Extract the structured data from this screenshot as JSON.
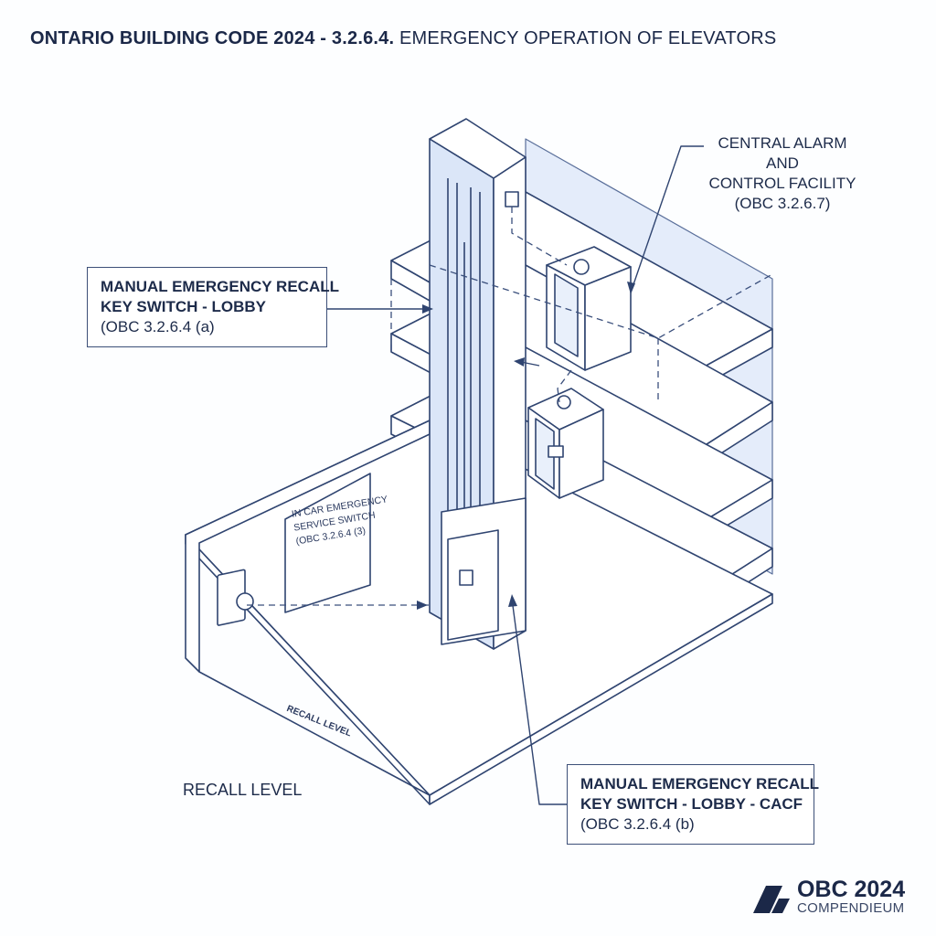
{
  "title": {
    "bold": "ONTARIO BUILDING CODE 2024 - 3.2.6.4.",
    "rest": "EMERGENCY OPERATION OF ELEVATORS"
  },
  "callouts": {
    "cacf_label": {
      "line1": "CENTRAL ALARM AND",
      "line2": "CONTROL FACILITY",
      "line3": "(OBC 3.2.6.7)"
    },
    "lobby_switch": {
      "line1": "MANUAL EMERGENCY RECALL",
      "line2": "KEY SWITCH - LOBBY",
      "line3": "(OBC 3.2.6.4 (a)"
    },
    "lobby_cacf_switch": {
      "line1": "MANUAL EMERGENCY RECALL",
      "line2": "KEY SWITCH - LOBBY - CACF",
      "line3": "(OBC 3.2.6.4 (b)"
    }
  },
  "sign": {
    "line1": "IN CAR EMERGENCY",
    "line2": "SERVICE SWITCH",
    "line3": "(OBC 3.2.6.4 (3)"
  },
  "floor_label": "RECALL LEVEL",
  "recall_level": "RECALL LEVEL",
  "brand": {
    "name": "OBC 2024",
    "sub": "COMPENDIEUM"
  },
  "colors": {
    "line": "#2f4470",
    "shaft_fill": "#dbe6f8",
    "wall_fill": "#e4ecfa",
    "background": "#fdfeff"
  }
}
